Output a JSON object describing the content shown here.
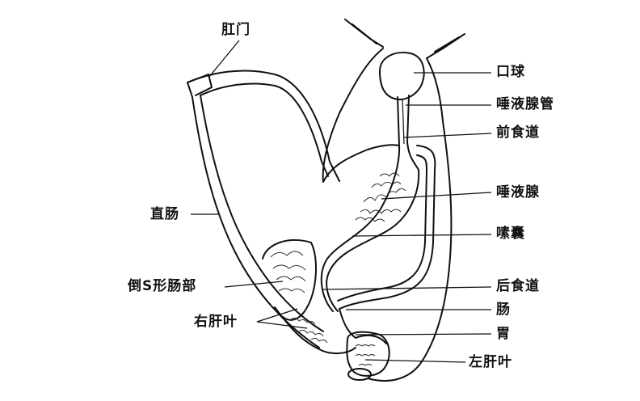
{
  "labels": {
    "anus": "肛门",
    "buccal_bulb": "口球",
    "salivary_duct": "唾液腺管",
    "anterior_esophagus": "前食道",
    "salivary_gland": "唾液腺",
    "crop": "嗉囊",
    "rectum": "直肠",
    "s_intestine": "倒S形肠部",
    "right_liver": "右肝叶",
    "posterior_esophagus": "后食道",
    "intestine": "肠",
    "stomach": "胃",
    "left_liver": "左肝叶"
  }
}
